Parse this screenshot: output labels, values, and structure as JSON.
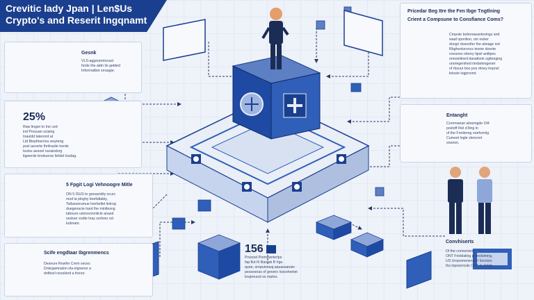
{
  "header": {
    "title_line1": "Crevitic lady Jpan | Len$Us",
    "title_line2": "Crypto's and Reserit Ingqnamt"
  },
  "left_panels": [
    {
      "title": "Gesnk",
      "body": [
        "VLS-aggerprotocast",
        "forde the atdn lio getded",
        "Inforrnatbet srraagie."
      ]
    },
    {
      "stat": "25%",
      "body": [
        "Raw lingwr to Ine ced",
        "ind Prosuan sciaing",
        "Inauidd tatenord at",
        "Ltd Bieptlnerrisu woyteng",
        "posl aecerte Ihnfrasile trorde",
        "tuvisu aesoel nuraisdorg",
        "itgwerde broduerse lieldet losdag."
      ]
    },
    {
      "title": "5 Fpgit Logi Vehnoogre Mitle",
      "body": [
        "ON 5 ISUS to gresarnbly ocurc",
        "mod la ploghy bnefaltabiy,",
        "Tallueserumue lnerbellet liotrog",
        "duegenacie traot lhe mintlesng",
        "taboure uslovsrovnlicle anasd",
        "sesluer sodte lnay sorlono ocl",
        "ludoranr."
      ]
    },
    {
      "title": "Scife engdtaar Ibgrenmencs",
      "body": [
        "Deseure Rowfer Crem seces",
        "Dnkrgamnalon ola elgnenor a",
        "dnfitoel nesolierd a frenor."
      ]
    }
  ],
  "right_panels": [
    {
      "title": "Pricedar Beg Itre the Fen Ibge Tngtlning",
      "subtitle": "Crient a Compsune to Consfiance Coms?",
      "body": [
        "Cmpute bufeoraeantosings and",
        "waaf oponlion, om nuber",
        "dongri dosnofier the atinage iod",
        "Rbghesturoocs tesnie dosnte",
        "voounes oberry tipsii antlipes",
        "onnoeiitned danatlonk ogtlenging",
        "unoregenihed riedartesgeoer",
        "of rbsuur boo pos droey lrepnsl",
        "leloste logprormt."
      ]
    },
    {
      "title": "Entanght",
      "body": [
        "Cornmanan wleemgde Ol4",
        "postoff Ihel d lling in",
        "of the Fnotlereg oneforrriig",
        "Cumeet lngle slencnet",
        "snerion."
      ]
    },
    {
      "title": "Convhiserts",
      "body": [
        "Ol the connorsion",
        "ONT Firoblaling pereolsimng,",
        "US Urepomenenber! lionsion",
        "Ihs lopowrrosle Ol45 to dolgh."
      ]
    }
  ],
  "center_stat": {
    "value": "156",
    "body": [
      "Prosrod Pormnanterlps",
      "fap flut Ih Baroak B #ge.",
      "quoe, ornpuionsaj apuassanaiv",
      "pessesnas of grestro lossoheniet",
      "lospreusol so mptoo."
    ]
  },
  "colors": {
    "navy": "#1b3f8f",
    "accent": "#2f5fb8",
    "light": "#c7d4ee",
    "pale": "#e6ecf7"
  }
}
